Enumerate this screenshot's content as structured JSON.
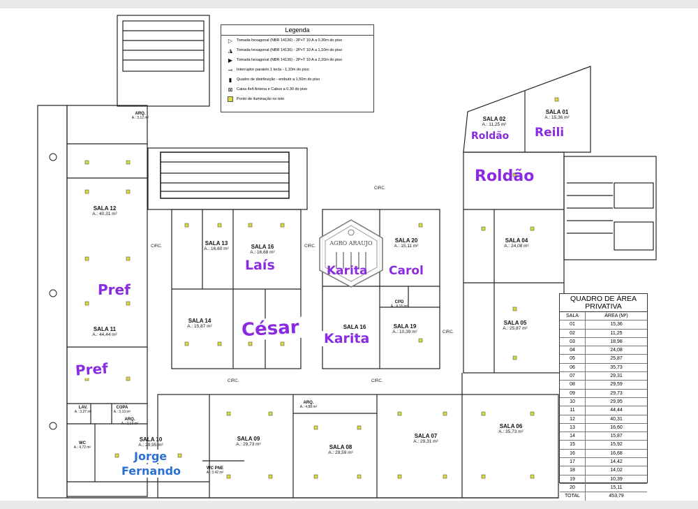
{
  "legend": {
    "title": "Legenda",
    "items": [
      {
        "icon": "outlet-low-icon",
        "text": "Tomada hexagonal (NBR 14136) - 2P+T 10 A  a 0,30m do piso"
      },
      {
        "icon": "outlet-mid-icon",
        "text": "Tomada hexagonal (NBR 14136) - 2P+T 10 A  a 1,10m do piso"
      },
      {
        "icon": "outlet-high-icon",
        "text": "Tomada hexagonal (NBR 14136) - 2P+T 10 A  a 2,20m do piso"
      },
      {
        "icon": "switch-icon",
        "text": "Interruptor paralelo 1 tecla - 1,10m do piso"
      },
      {
        "icon": "distribution-board-icon",
        "text": "Quadro de distribuição - embutir a 1,50m do piso"
      },
      {
        "icon": "junction-box-icon",
        "text": "Caixa 4x4 Antena e Cabos a 0,30 do piso"
      },
      {
        "icon": "ceiling-light-icon",
        "text": "Ponto de iluminação no teto"
      }
    ]
  },
  "rooms": [
    {
      "id": "sala-01",
      "name": "SALA 01",
      "area": "A.: 15,36 m²"
    },
    {
      "id": "sala-02",
      "name": "SALA 02",
      "area": "A.: 11,25 m²"
    },
    {
      "id": "sala-04",
      "name": "SALA 04",
      "area": "A.: 24,08 m²"
    },
    {
      "id": "sala-05",
      "name": "SALA 05",
      "area": "A.: 25,87 m²"
    },
    {
      "id": "sala-06",
      "name": "SALA 06",
      "area": "A.: 35,73 m²"
    },
    {
      "id": "sala-07",
      "name": "SALA 07",
      "area": "A.: 29,31 m²"
    },
    {
      "id": "sala-08",
      "name": "SALA 08",
      "area": "A.: 29,59 m²"
    },
    {
      "id": "sala-09",
      "name": "SALA 09",
      "area": "A.: 29,73 m²"
    },
    {
      "id": "sala-10",
      "name": "SALA 10",
      "area": "A.: 29,95 m²"
    },
    {
      "id": "sala-11",
      "name": "SALA 11",
      "area": "A.: 44,44 m²"
    },
    {
      "id": "sala-12",
      "name": "SALA 12",
      "area": "A.: 40,31 m²"
    },
    {
      "id": "sala-13",
      "name": "SALA 13",
      "area": "A.: 16,60 m²"
    },
    {
      "id": "sala-14",
      "name": "SALA 14",
      "area": "A.: 15,87 m²"
    },
    {
      "id": "sala-16",
      "name": "SALA 16",
      "area": "A.: 16,68 m²"
    },
    {
      "id": "sala-16b",
      "name": "SALA 16",
      "area": ""
    },
    {
      "id": "sala-19",
      "name": "SALA 19",
      "area": "A.: 10,39 m²"
    },
    {
      "id": "sala-20",
      "name": "SALA 20",
      "area": "A.: 15,11 m²"
    },
    {
      "id": "cpd",
      "name": "CPD",
      "area": "A.: 4,16 m²"
    },
    {
      "id": "arq-1",
      "name": "ARQ.",
      "area": "A.: 4,88 m²"
    },
    {
      "id": "arq-2",
      "name": "ARQ.",
      "area": "A.: 2,13 m²"
    },
    {
      "id": "copa",
      "name": "COPA",
      "area": "A.: 3,10 m²"
    },
    {
      "id": "lav",
      "name": "LAV.",
      "area": "A.: 3,27 m²"
    },
    {
      "id": "wc",
      "name": "WC",
      "area": "A.: 4,72 m²"
    },
    {
      "id": "wc-pne",
      "name": "WC PNE",
      "area": "A.: 3,42 m²"
    },
    {
      "id": "arq-top",
      "name": "ARQ.",
      "area": "A.: 3,12 m²"
    }
  ],
  "circulation_label": "CIRC.",
  "occupants": [
    {
      "id": "roldao-small",
      "text": "Roldão"
    },
    {
      "id": "reili",
      "text": "Reili"
    },
    {
      "id": "roldao-big",
      "text": "Roldão"
    },
    {
      "id": "lais",
      "text": "Laís"
    },
    {
      "id": "karita-1",
      "text": "Karita"
    },
    {
      "id": "carol",
      "text": "Carol"
    },
    {
      "id": "pref-1",
      "text": "Pref"
    },
    {
      "id": "cesar",
      "text": "César"
    },
    {
      "id": "karita-2",
      "text": "Karita"
    },
    {
      "id": "pref-2",
      "text": "Pref"
    },
    {
      "id": "jorge",
      "text": "Jorge"
    },
    {
      "id": "fernando",
      "text": "Fernando"
    }
  ],
  "logo_text": "AGRO ARAUJO",
  "area_table": {
    "title_line1": "QUADRO DE ÁREA",
    "title_line2": "PRIVATIVA",
    "col_sala": "SALA",
    "col_area": "ÁREA (M²)",
    "rows": [
      {
        "sala": "01",
        "area": "15,36"
      },
      {
        "sala": "02",
        "area": "11,25"
      },
      {
        "sala": "03",
        "area": "18,98"
      },
      {
        "sala": "04",
        "area": "24,08"
      },
      {
        "sala": "05",
        "area": "25,87"
      },
      {
        "sala": "06",
        "area": "35,73"
      },
      {
        "sala": "07",
        "area": "29,31"
      },
      {
        "sala": "08",
        "area": "29,59"
      },
      {
        "sala": "09",
        "area": "29,73"
      },
      {
        "sala": "10",
        "area": "29,95"
      },
      {
        "sala": "11",
        "area": "44,44"
      },
      {
        "sala": "12",
        "area": "40,31"
      },
      {
        "sala": "13",
        "area": "16,60"
      },
      {
        "sala": "14",
        "area": "15,87"
      },
      {
        "sala": "15",
        "area": "15,92"
      },
      {
        "sala": "16",
        "area": "16,68"
      },
      {
        "sala": "17",
        "area": "14,42"
      },
      {
        "sala": "18",
        "area": "14,02"
      },
      {
        "sala": "19",
        "area": "10,39"
      },
      {
        "sala": "20",
        "area": "15,11"
      }
    ],
    "total_label": "TOTAL",
    "total_value": "453,79"
  },
  "colors": {
    "occupant_purple": "#8a2be2",
    "occupant_blue": "#2a6fd6",
    "light_fixture": "#dcdc38",
    "wall": "#222222"
  }
}
